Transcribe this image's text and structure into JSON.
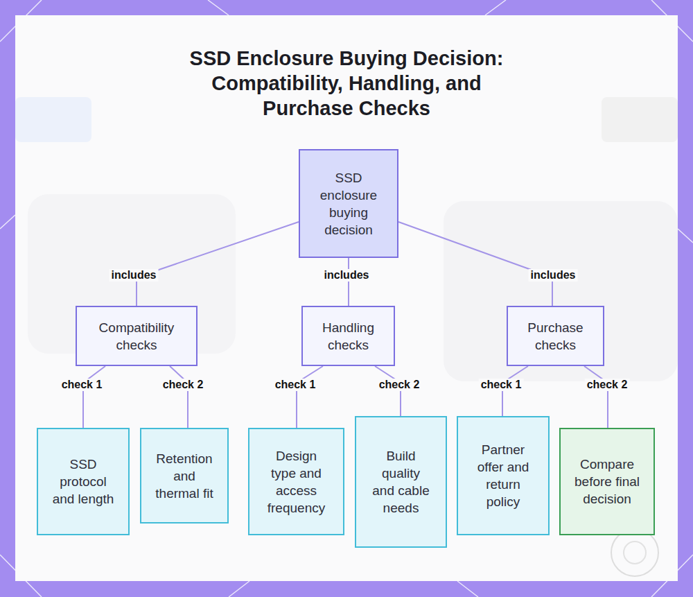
{
  "diagram": {
    "title": "SSD Enclosure Buying Decision: Compatibility, Handling, and Purchase Checks",
    "nodes": [
      {
        "text": [
          "SSD enclosure buying decision"
        ]
      },
      {
        "text": [
          "Compatibility checks"
        ]
      },
      {
        "text": [
          "Handling checks"
        ]
      },
      {
        "text": [
          "Purchase checks"
        ]
      },
      {
        "text": [
          "SSD protocol and length"
        ]
      },
      {
        "text": [
          "Retention and thermal fit"
        ]
      },
      {
        "text": [
          "Design type and access frequency"
        ]
      },
      {
        "text": [
          "Build quality and cable needs"
        ]
      },
      {
        "text": [
          "Partner offer and return policy"
        ]
      },
      {
        "text": [
          "Compare before final decision"
        ]
      }
    ],
    "edges": [
      {
        "from": 0,
        "to": 1,
        "label": "includes",
        "arrow": "none"
      },
      {
        "from": 0,
        "to": 2,
        "label": "includes",
        "arrow": "none"
      },
      {
        "from": 0,
        "to": 3,
        "label": "includes",
        "arrow": "none"
      },
      {
        "from": 1,
        "to": 4,
        "label": "check 1",
        "arrow": "none"
      },
      {
        "from": 1,
        "to": 5,
        "label": "check 2",
        "arrow": "none"
      },
      {
        "from": 2,
        "to": 6,
        "label": "check 1",
        "arrow": "none"
      },
      {
        "from": 2,
        "to": 7,
        "label": "check 2",
        "arrow": "none"
      },
      {
        "from": 3,
        "to": 8,
        "label": "check 1",
        "arrow": "none"
      },
      {
        "from": 3,
        "to": 9,
        "label": "check 2",
        "arrow": "none"
      }
    ]
  }
}
